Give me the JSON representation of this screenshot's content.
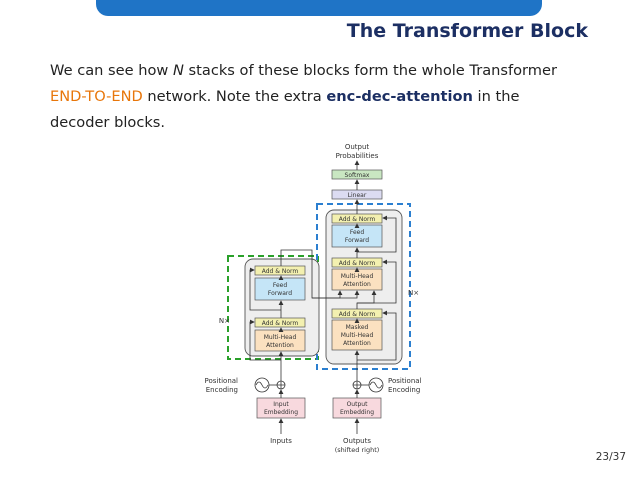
{
  "slide": {
    "title": "The Transformer Block",
    "page_number": "23/37"
  },
  "body": {
    "line1_prefix": "We can see how ",
    "line1_var": "N",
    "line1_suffix": " stacks of these blocks form the whole Transformer",
    "line2_highlight": "END-TO-END",
    "line2_mid": " network.  Note the extra ",
    "line2_bold": "enc-dec-attention",
    "line2_suffix": " in the",
    "line3": "decoder blocks.",
    "colors": {
      "highlight": "#e8760a",
      "bold": "#1c2f63",
      "header": "#1f74c6"
    }
  },
  "diagram": {
    "output_probabilities_line1": "Output",
    "output_probabilities_line2": "Probabilities",
    "softmax": "Softmax",
    "linear": "Linear",
    "add_norm": "Add & Norm",
    "feed_forward_line1": "Feed",
    "feed_forward_line2": "Forward",
    "multi_head_line1": "Multi-Head",
    "multi_head_line2": "Attention",
    "masked_line1": "Masked",
    "masked_line2": "Multi-Head",
    "masked_line3": "Attention",
    "nx": "N×",
    "positional_line1": "Positional",
    "positional_line2": "Encoding",
    "input_embedding_line1": "Input",
    "input_embedding_line2": "Embedding",
    "output_embedding_line1": "Output",
    "output_embedding_line2": "Embedding",
    "inputs": "Inputs",
    "outputs_line1": "Outputs",
    "outputs_line2": "(shifted right)",
    "colors": {
      "add_norm": "#f3f0b0",
      "feed_forward": "#c5e5f7",
      "attention": "#fbe1c0",
      "embedding": "#f8d9de",
      "softmax": "#c9e7c2",
      "linear": "#dcdcf2",
      "encoder_dash": "#2aa02a",
      "decoder_dash": "#2b7fd0"
    }
  }
}
